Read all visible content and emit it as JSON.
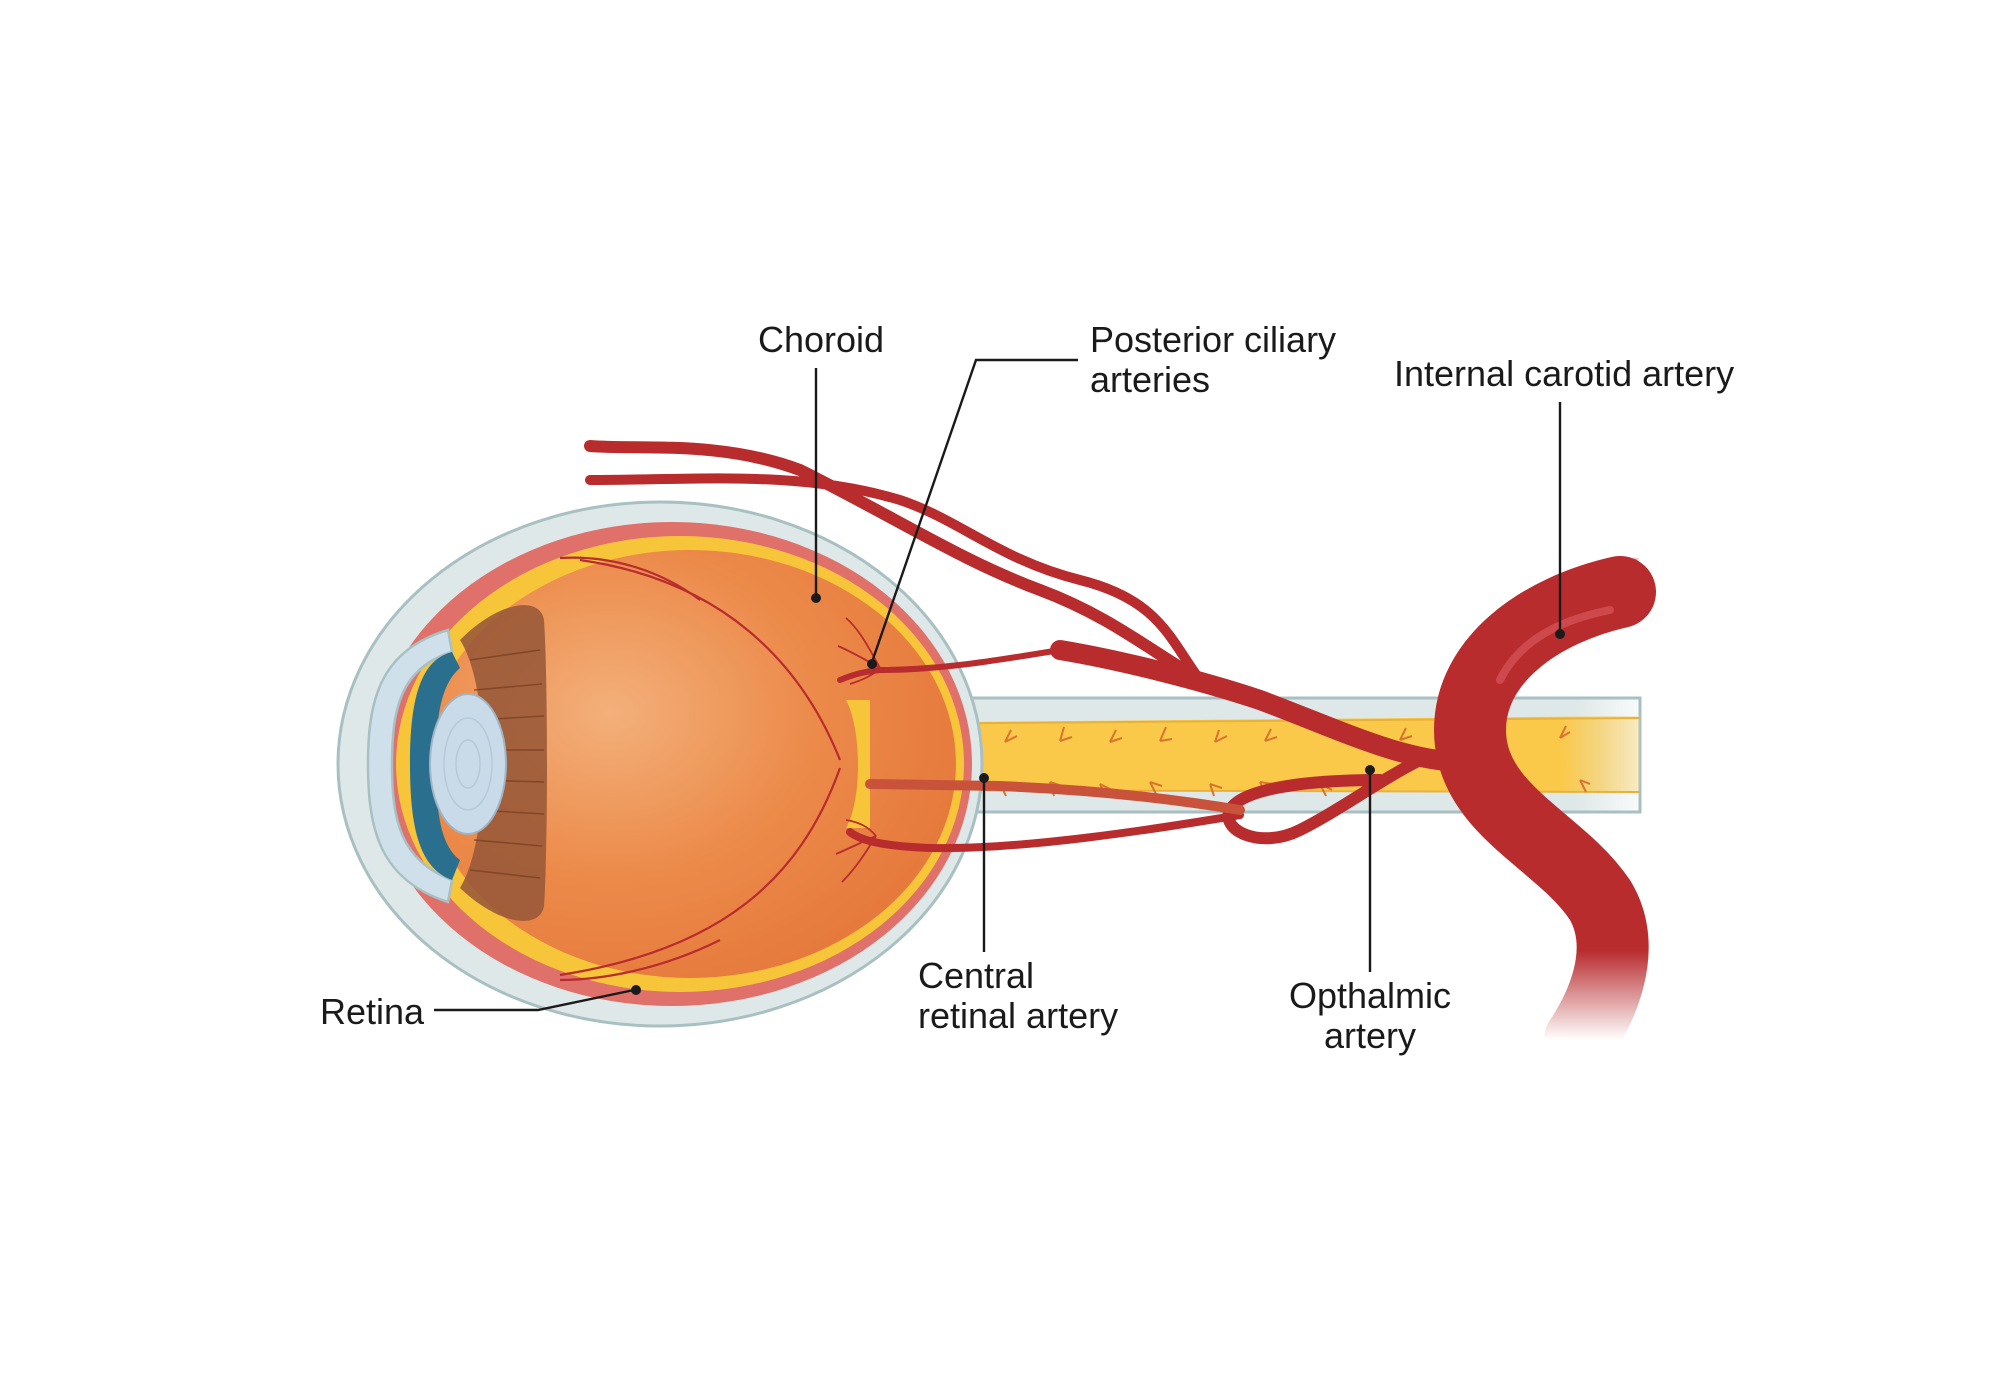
{
  "labels": {
    "choroid": "Choroid",
    "posterior_ciliary_line1": "Posterior ciliary",
    "posterior_ciliary_line2": "arteries",
    "internal_carotid": "Internal carotid artery",
    "retina": "Retina",
    "central_retinal_line1": "Central",
    "central_retinal_line2": "retinal artery",
    "ophthalmic_line1": "Opthalmic",
    "ophthalmic_line2": "artery"
  },
  "colors": {
    "artery": "#b82c2e",
    "artery_dark": "#8f1f22",
    "sclera": "#dfe8e8",
    "sclera_edge": "#a9c0c2",
    "choroid": "#e0706a",
    "retina": "#f7c53a",
    "vitreous": "#ea8140",
    "vitreous_light": "#f2a96b",
    "lens": "#c9dbe8",
    "cornea": "#cfe0ea",
    "iris": "#2b6f8f",
    "ciliary_body": "#9a5a38",
    "nerve": "#fbc94a",
    "label_text": "#1a1a1a"
  }
}
